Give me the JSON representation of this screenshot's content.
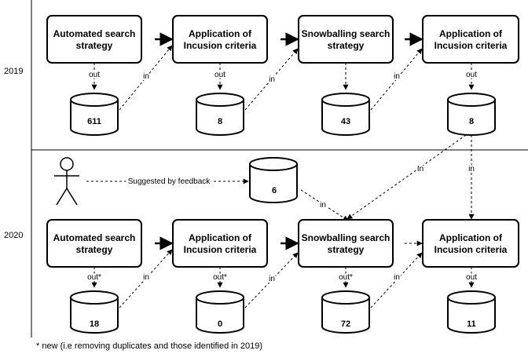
{
  "years": {
    "y2019": "2019",
    "y2020": "2020"
  },
  "row2019": {
    "boxes": [
      [
        "Automated search",
        "strategy"
      ],
      [
        "Application of",
        "Incusion criteria"
      ],
      [
        "Snowballing search",
        "strategy"
      ],
      [
        "Application of",
        "Incusion criteria"
      ]
    ],
    "out_labels": [
      "out",
      "out",
      "",
      "out"
    ],
    "in_labels": [
      "in",
      "in",
      "in"
    ],
    "databases": [
      "611",
      "8",
      "43",
      "8"
    ]
  },
  "row2020": {
    "boxes": [
      [
        "Automated search",
        "strategy"
      ],
      [
        "Application of",
        "Incusion criteria"
      ],
      [
        "Snowballing search",
        "strategy"
      ],
      [
        "Application of",
        "Incusion criteria"
      ]
    ],
    "out_labels": [
      "out*",
      "out*",
      "out*",
      "out"
    ],
    "in_labels": [
      "in",
      "in",
      "in"
    ],
    "databases": [
      "18",
      "0",
      "72",
      "11"
    ]
  },
  "feedback": {
    "label": "Suggested by feedback",
    "database": "6",
    "in_label": "in"
  },
  "cross_links": {
    "to_snowballing": "In",
    "to_inclusion": "in"
  },
  "footnote": "* new (i.e removing duplicates and those identified in 2019)"
}
